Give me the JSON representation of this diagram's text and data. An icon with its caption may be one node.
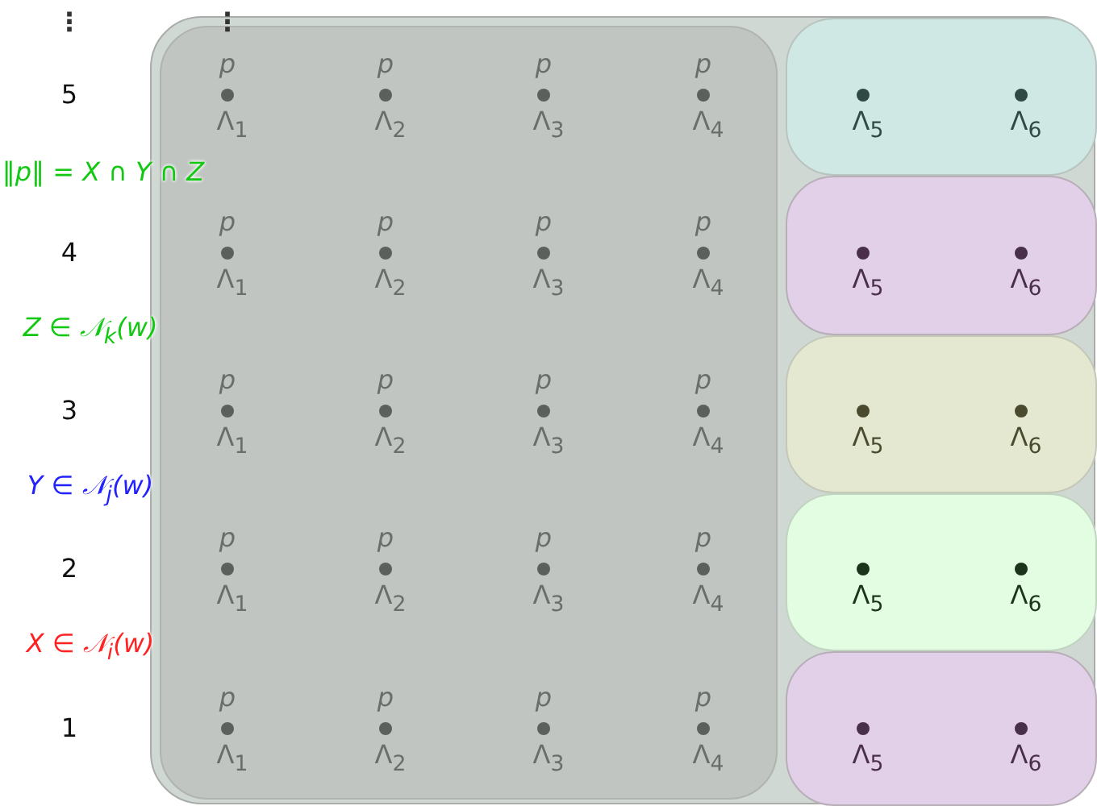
{
  "diagram": {
    "nodes": [
      {
        "text": [],
        "shape": "box"
      },
      {
        "text": [],
        "shape": "box",
        "in": 0
      },
      {
        "text": [],
        "shape": "box",
        "in": 0
      },
      {
        "text": [],
        "shape": "box",
        "in": 0
      },
      {
        "text": [],
        "shape": "box",
        "in": 0
      },
      {
        "text": [],
        "shape": "box",
        "in": 0
      },
      {
        "text": [],
        "shape": "box",
        "in": 0
      }
    ],
    "edges": [],
    "labels": [
      "⋮",
      "⋮",
      "p",
      "p",
      "p",
      "p",
      "5",
      "Λ$_{1}$",
      "Λ$_{2}$",
      "Λ$_{3}$",
      "Λ$_{4}$",
      "Λ$_{5}$",
      "Λ$_{6}$",
      "‖p‖ = X ∩ Y ∩ Z",
      "p",
      "p",
      "p",
      "p",
      "4",
      "Λ$_{1}$",
      "Λ$_{2}$",
      "Λ$_{3}$",
      "Λ$_{4}$",
      "Λ$_{5}$",
      "Λ$_{6}$",
      "Z ∈ 𝒩$_{k}$(w)",
      "p",
      "p",
      "p",
      "p",
      "3",
      "Λ$_{1}$",
      "Λ$_{2}$",
      "Λ$_{3}$",
      "Λ$_{4}$",
      "Λ$_{5}$",
      "Λ$_{6}$",
      "Y ∈ 𝒩$_{j}$(w)",
      "p",
      "p",
      "p",
      "p",
      "2",
      "Λ$_{1}$",
      "Λ$_{2}$",
      "Λ$_{3}$",
      "Λ$_{4}$",
      "Λ$_{5}$",
      "Λ$_{6}$",
      "X ∈ 𝒩$_{i}$(w)",
      "p",
      "p",
      "p",
      "p",
      "1",
      "Λ$_{1}$",
      "Λ$_{2}$",
      "Λ$_{3}$",
      "Λ$_{4}$",
      "Λ$_{5}$",
      "Λ$_{6}$"
    ]
  }
}
